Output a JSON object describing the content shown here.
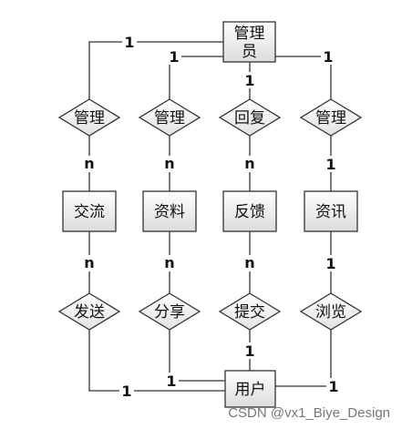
{
  "entities": {
    "admin_line1": "管理",
    "admin_line2": "员",
    "jiaoliu": "交流",
    "ziliao": "资料",
    "fankui": "反馈",
    "zixun": "资讯",
    "user": "用户"
  },
  "relationships": {
    "guanli_1": "管理",
    "guanli_2": "管理",
    "huifu": "回复",
    "guanli_4": "管理",
    "fasong": "发送",
    "fenxiang": "分享",
    "tijiao": "提交",
    "liulan": "浏览"
  },
  "cardinalities": {
    "admin_guanli1": "1",
    "admin_guanli2": "1",
    "admin_huifu": "1",
    "admin_guanli4": "1",
    "guanli1_jiaoliu": "n",
    "guanli2_ziliao": "n",
    "huifu_fankui": "n",
    "guanli4_zixun": "1",
    "jiaoliu_fasong": "n",
    "ziliao_fenxiang": "n",
    "fankui_tijiao": "n",
    "zixun_liulan": "1",
    "tijiao_user": "1",
    "fenxiang_user": "1",
    "fasong_user": "1",
    "liulan_user": "1"
  },
  "watermark": "CSDN @vx1_Biye_Design"
}
